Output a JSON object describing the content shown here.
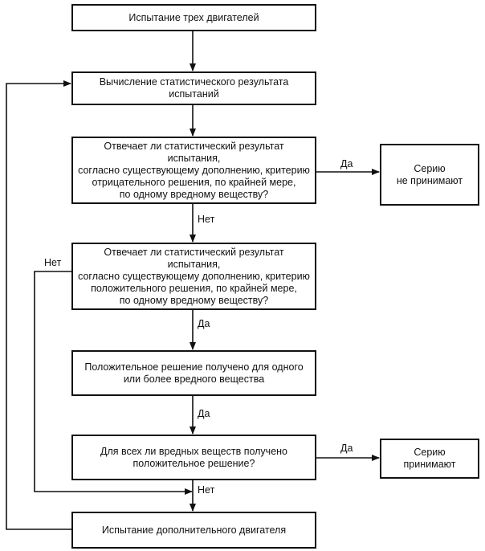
{
  "flowchart": {
    "boxes": {
      "test_three_engines": "Испытание трех двигателей",
      "compute_statistic": "Вычисление статистического результата\nиспытаний",
      "negative_criterion_question": "Отвечает ли статистический результат испытания,\nсогласно существующему дополнению, критерию\nотрицательного решения, по крайней мере,\nпо одному вредному веществу?",
      "series_rejected": "Серию\nне принимают",
      "positive_criterion_question": "Отвечает ли статистический результат испытания,\nсогласно существующему дополнению, критерию\nположительного решения, по крайней мере,\nпо одному вредному веществу?",
      "positive_decision_obtained": "Положительное решение получено для одного\nили более вредного вещества",
      "all_substances_question": "Для всех ли вредных веществ получено\nположительное решение?",
      "series_accepted": "Серию\nпринимают",
      "test_additional_engine": "Испытание дополнительного двигателя"
    },
    "labels": {
      "yes_negative": "Да",
      "no_negative": "Нет",
      "no_positive": "Нет",
      "yes_positive": "Да",
      "yes_obtained": "Да",
      "yes_all": "Да",
      "no_all": "Нет"
    }
  }
}
